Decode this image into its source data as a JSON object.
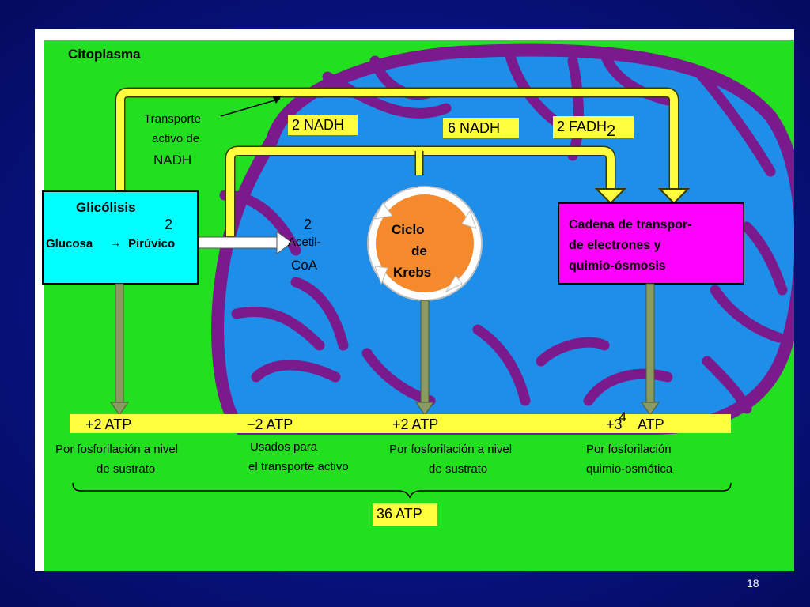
{
  "slide": {
    "page_number": "18",
    "colors": {
      "cytoplasm": "#22e020",
      "mitochondrion_fill": "#1e8ee8",
      "membrane": "#7a1a8c",
      "yellow": "#ffff40",
      "cyan": "#00ffff",
      "magenta": "#ff00ff",
      "orange": "#f58a2c",
      "background": "#07127e"
    }
  },
  "diagram": {
    "cytoplasm_label": "Citoplasma",
    "transport_label": [
      "Transporte",
      "activo de",
      "NADH"
    ],
    "glycolysis": {
      "title": "Glicólisis",
      "count": "2",
      "substrate": "Glucosa",
      "product": "Pirúvico"
    },
    "acetyl": {
      "count": "2",
      "line1": "Acetil-",
      "line2": "CoA"
    },
    "krebs": {
      "line1": "Ciclo",
      "line2": "de",
      "line3": "Krebs"
    },
    "chain": {
      "line1": "Cadena de transpor-",
      "line2": "de electrones y",
      "line3": "quimio-ósmosis"
    },
    "tags": {
      "nadh2": "2 NADH",
      "nadh6": "6 NADH",
      "fadh": "2 FADH",
      "fadh_sub": "2"
    },
    "atp": [
      {
        "value": "+2 ATP",
        "desc1": "Por fosforilación a nivel",
        "desc2": "de sustrato"
      },
      {
        "value": "−2 ATP",
        "desc1": "Usados para",
        "desc2": "el transporte activo"
      },
      {
        "value": "+2 ATP",
        "desc1": "Por fosforilación a nivel",
        "desc2": "de sustrato"
      },
      {
        "value": "+3",
        "value_sup": "4",
        "value_end": "ATP",
        "desc1": "Por fosforilación",
        "desc2": "quimio-osmótica"
      }
    ],
    "total": "36 ATP"
  }
}
